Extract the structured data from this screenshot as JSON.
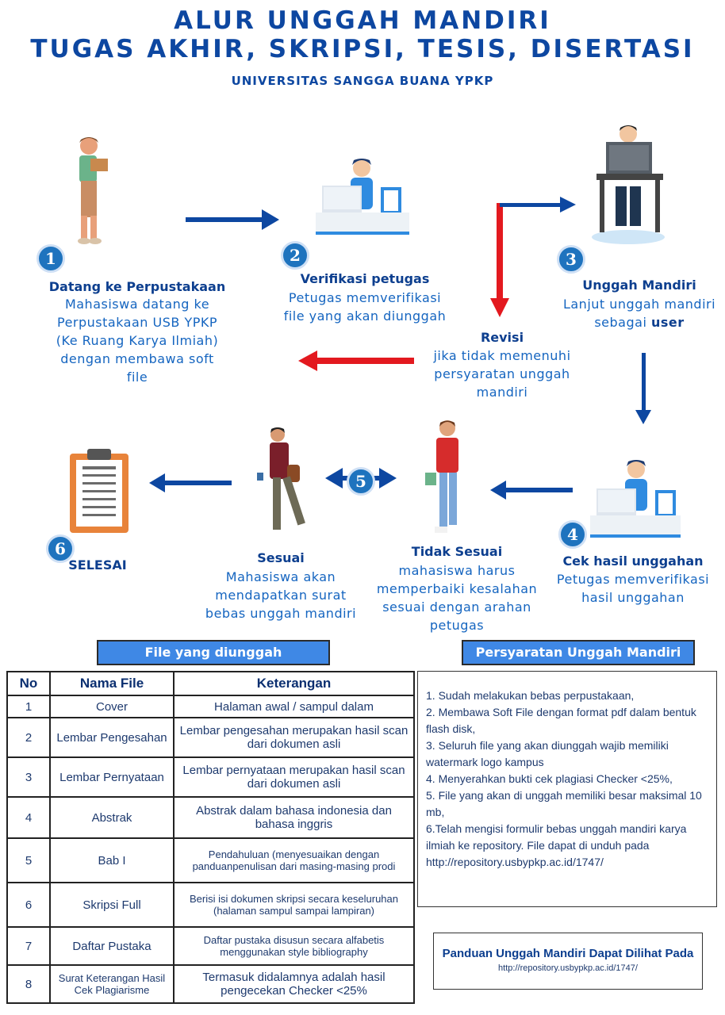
{
  "header": {
    "title_line1": "ALUR UNGGAH MANDIRI",
    "title_line2": "TUGAS AKHIR, SKRIPSI, TESIS, DISERTASI",
    "subtitle": "UNIVERSITAS SANGGA BUANA YPKP"
  },
  "steps": {
    "s1": {
      "num": "1",
      "title": "Datang ke Perpustakaan",
      "desc": [
        "Mahasiswa datang ke",
        "Perpustakaan USB YPKP",
        "(Ke Ruang Karya Ilmiah)",
        "dengan membawa soft",
        "file"
      ]
    },
    "s2": {
      "num": "2",
      "title": "Verifikasi petugas",
      "desc": [
        "Petugas memverifikasi",
        "file yang akan diunggah"
      ]
    },
    "s3": {
      "num": "3",
      "title": "Unggah Mandiri",
      "desc_line1": "Lanjut unggah mandiri",
      "desc_line2_prefix": "sebagai ",
      "desc_line2_bold": "user"
    },
    "revisi": {
      "title": "Revisi",
      "desc": [
        "jika tidak memenuhi",
        "persyaratan unggah",
        "mandiri"
      ]
    },
    "s4": {
      "num": "4",
      "title": "Cek hasil unggahan",
      "desc": [
        "Petugas memverifikasi",
        "hasil unggahan"
      ]
    },
    "tidak": {
      "title": "Tidak Sesuai",
      "desc": [
        "mahasiswa harus",
        "memperbaiki kesalahan",
        "sesuai dengan arahan",
        "petugas"
      ]
    },
    "s5": {
      "num": "5"
    },
    "sesuai": {
      "title": "Sesuai",
      "desc": [
        "Mahasiswa akan",
        "mendapatkan surat",
        "bebas unggah mandiri"
      ]
    },
    "s6": {
      "num": "6",
      "title": "SELESAI"
    }
  },
  "files_section": {
    "header": "File yang diunggah",
    "columns": [
      "No",
      "Nama File",
      "Keterangan"
    ],
    "rows": [
      {
        "no": "1",
        "name": "Cover",
        "desc": "Halaman awal / sampul dalam"
      },
      {
        "no": "2",
        "name": "Lembar Pengesahan",
        "desc": "Lembar pengesahan merupakan hasil scan dari dokumen asli"
      },
      {
        "no": "3",
        "name": "Lembar Pernyataan",
        "desc": "Lembar pernyataan merupakan hasil scan dari dokumen asli"
      },
      {
        "no": "4",
        "name": "Abstrak",
        "desc": "Abstrak dalam bahasa indonesia dan bahasa inggris"
      },
      {
        "no": "5",
        "name": "Bab I",
        "desc": "Pendahuluan (menyesuaikan dengan panduanpenulisan dari masing-masing prodi"
      },
      {
        "no": "6",
        "name": "Skripsi Full",
        "desc": "Berisi isi dokumen skripsi secara keseluruhan (halaman sampul sampai lampiran)"
      },
      {
        "no": "7",
        "name": "Daftar Pustaka",
        "desc": "Daftar pustaka disusun secara alfabetis menggunakan style bibliography"
      },
      {
        "no": "8",
        "name": "Surat Keterangan Hasil Cek Plagiarisme",
        "desc": "Termasuk didalamnya adalah hasil pengecekan Checker <25%"
      }
    ]
  },
  "requirements_section": {
    "header": "Persyaratan Unggah Mandiri",
    "items": [
      "1. Sudah melakukan bebas perpustakaan,",
      "2. Membawa Soft File dengan format pdf dalam bentuk flash disk,",
      "3. Seluruh file yang akan diunggah wajib memiliki watermark logo kampus",
      "4. Menyerahkan bukti cek plagiasi Checker <25%,",
      "5. File yang akan di unggah memiliki besar maksimal 10 mb,",
      "6.Telah mengisi formulir bebas unggah mandiri karya ilmiah ke repository. File dapat di unduh pada http://repository.usbypkp.ac.id/1747/"
    ]
  },
  "guide": {
    "title": "Panduan Unggah Mandiri Dapat Dilihat Pada",
    "url": "http://repository.usbypkp.ac.id/1747/"
  },
  "colors": {
    "blue_arrow": "#0d47a1",
    "red_arrow": "#e3191f",
    "header_box": "#3f88e5"
  }
}
